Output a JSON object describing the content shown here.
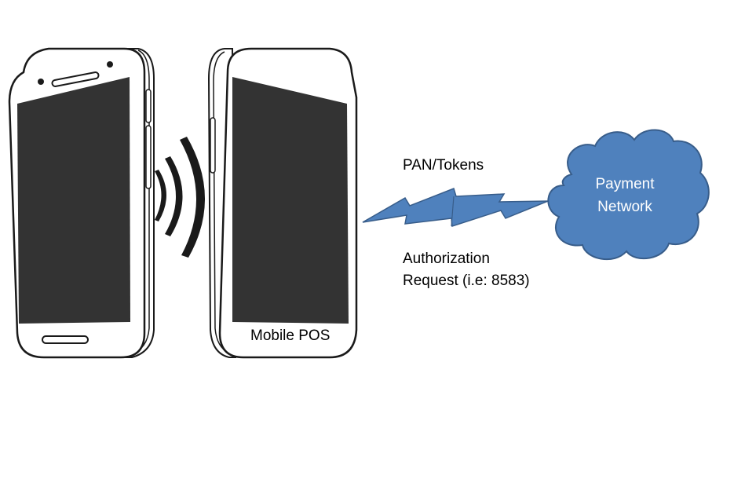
{
  "pos_device": {
    "label": "Mobile POS"
  },
  "link": {
    "top_label": "PAN/Tokens",
    "bottom_label_line1": "Authorization",
    "bottom_label_line2": "Request (i.e: 8583)",
    "color": "#4f81bd"
  },
  "network": {
    "label_line1": "Payment",
    "label_line2": "Network",
    "color": "#4f81bd",
    "outline": "#385d8a"
  },
  "phone": {
    "screen_color": "#333333",
    "body_color": "#ffffff",
    "outline_color": "#1a1a1a"
  },
  "nfc_icon": "contactless-waves-icon"
}
